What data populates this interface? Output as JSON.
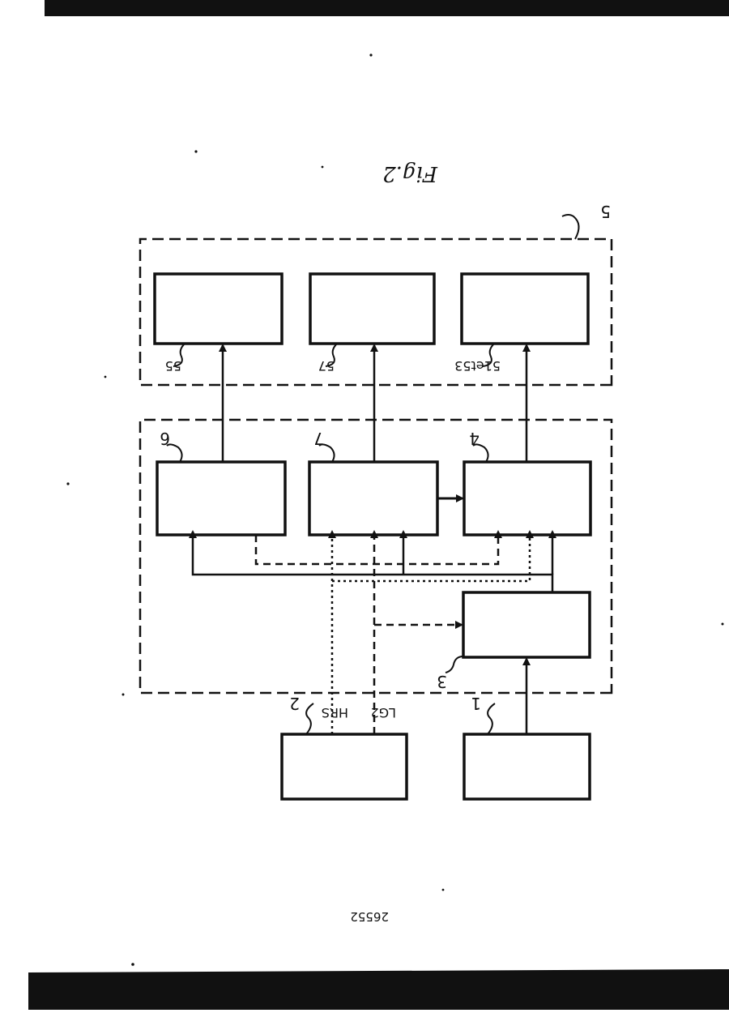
{
  "figure_caption": "Fig.2",
  "page_number": "26552",
  "labels": {
    "block_1": "1",
    "block_2": "2",
    "block_3": "3",
    "block_4": "4",
    "block_6": "6",
    "block_7": "7",
    "group_5": "5",
    "display_51_53": "51et53",
    "display_57": "57",
    "display_55": "55",
    "signal_hrs": "HRS",
    "signal_lg2": "LG2"
  },
  "orientation": "rotated 180°"
}
